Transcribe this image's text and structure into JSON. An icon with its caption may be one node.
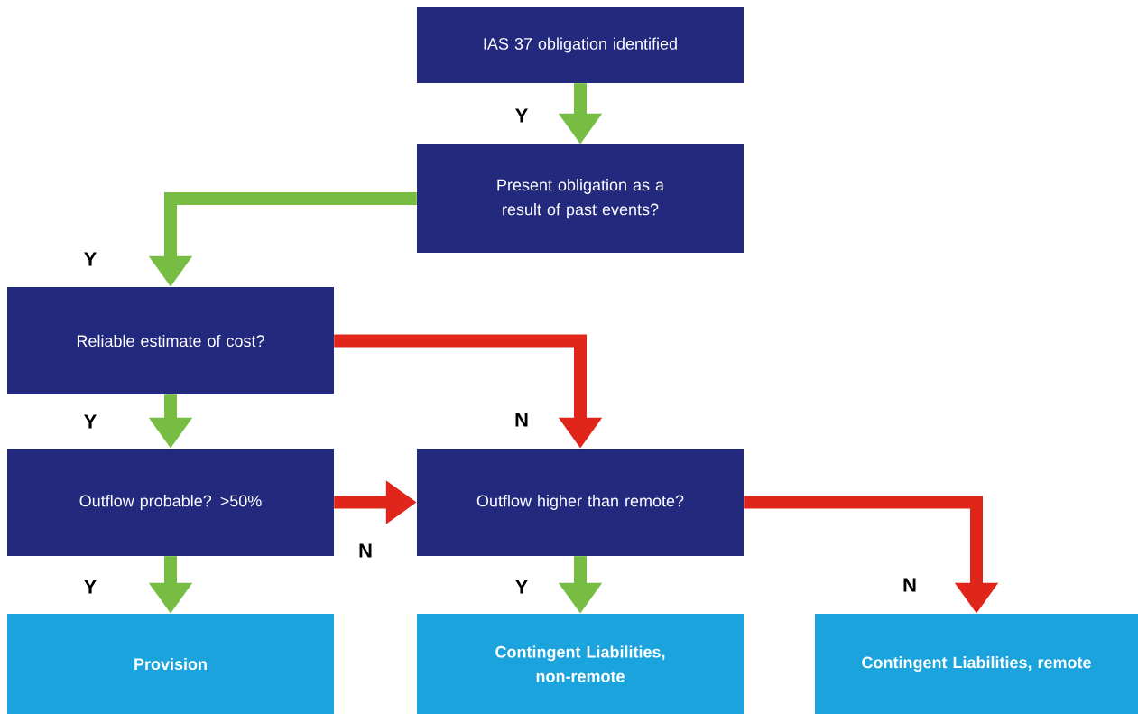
{
  "diagram": {
    "nodes": [
      {
        "text": [
          "IAS 37 obligation identified"
        ]
      },
      {
        "text": [
          "Present obligation as a result of past events?"
        ]
      },
      {
        "text": [
          "Reliable estimate of cost?"
        ]
      },
      {
        "text": [
          "Outflow probable? >50%"
        ]
      },
      {
        "text": [
          "Outflow higher than remote?"
        ]
      },
      {
        "text": [
          "Provision"
        ]
      },
      {
        "text": [
          "Contingent Liabilities, non-remote"
        ]
      },
      {
        "text": [
          "Contingent Liabilities, remote"
        ]
      }
    ],
    "edges": [
      {
        "from": 0,
        "to": 1,
        "arrow": "to",
        "label": "Y"
      },
      {
        "from": 1,
        "to": 2,
        "arrow": "to",
        "label": "Y"
      },
      {
        "from": 2,
        "to": 4,
        "arrow": "to",
        "label": "N",
        "color": "#e0261b"
      },
      {
        "from": 2,
        "to": 3,
        "arrow": "to",
        "label": "Y"
      },
      {
        "from": 3,
        "to": 4,
        "arrow": "to",
        "label": "N",
        "color": "#e0261b"
      },
      {
        "from": 3,
        "to": 5,
        "arrow": "to",
        "label": "Y"
      },
      {
        "from": 4,
        "to": 6,
        "arrow": "to",
        "label": "Y"
      },
      {
        "from": 4,
        "to": 7,
        "arrow": "to",
        "label": "N",
        "color": "#e0261b"
      }
    ]
  }
}
